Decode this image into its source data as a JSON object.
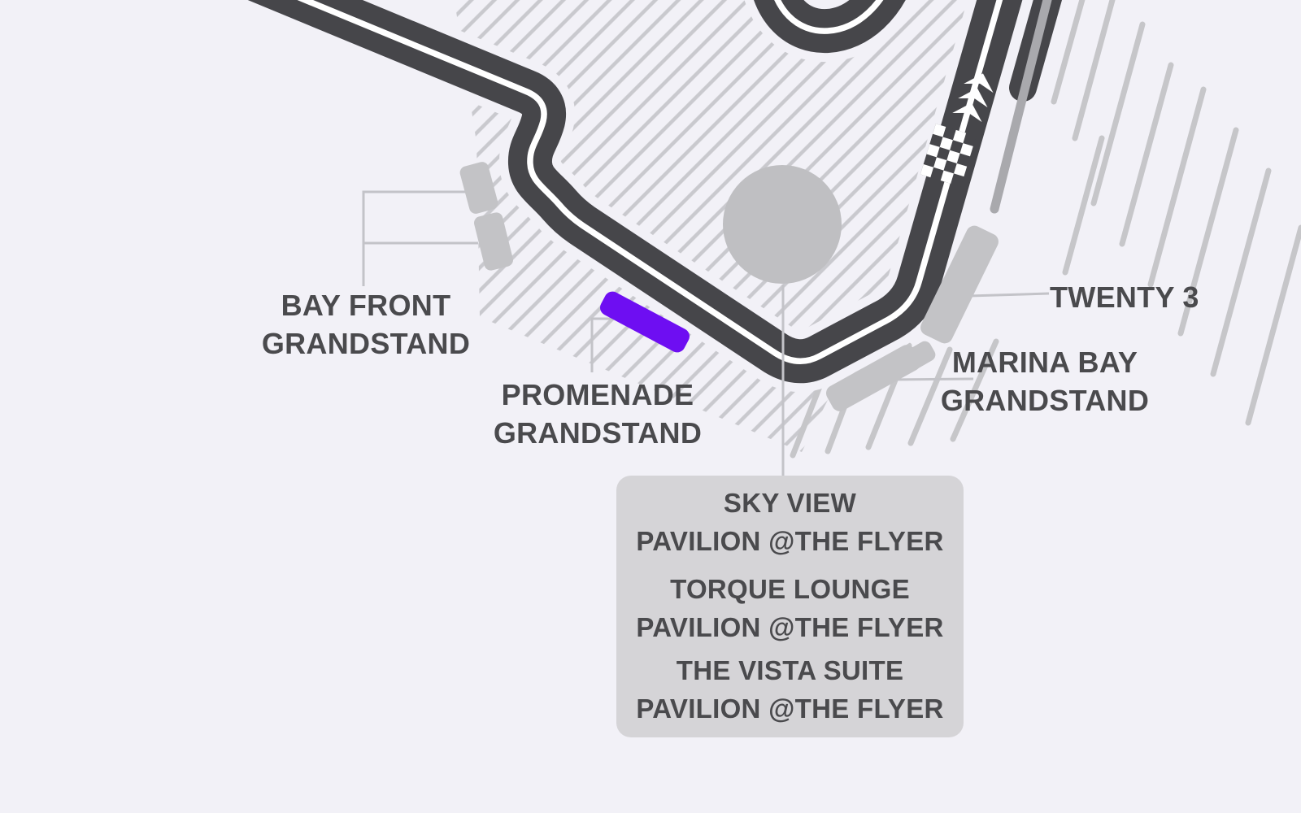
{
  "map": {
    "title": "Marina Bay street circuit seating map (zoomed view)",
    "colors": {
      "background": "#f2f1f7",
      "track": "#46464a",
      "track_centerline": "#ffffff",
      "hatch": "#c9c9ce",
      "streak": "#c6c6c9",
      "pit_lane": "#a9a9ad",
      "landmark_gray": "#bfbfc2",
      "grandstand_gray": "#c3c3c6",
      "selected_grandstand_purple": "#6e0ef2",
      "leader_line": "#c3c3c8",
      "label_text": "#4a4a4d",
      "box_background": "#d5d4d7"
    },
    "labels": {
      "bay_front": {
        "line1": "BAY FRONT",
        "line2": "GRANDSTAND"
      },
      "promenade": {
        "line1": "PROMENADE",
        "line2": "GRANDSTAND"
      },
      "twenty3": {
        "text": "TWENTY 3"
      },
      "marina_bay": {
        "line1": "MARINA BAY",
        "line2": "GRANDSTAND"
      }
    },
    "pavilion_box": {
      "items": [
        {
          "line1": "SKY VIEW",
          "line2": "PAVILION @THE FLYER"
        },
        {
          "line1": "TORQUE LOUNGE",
          "line2": "PAVILION @THE FLYER"
        },
        {
          "line1": "THE VISTA SUITE",
          "line2": "PAVILION @THE FLYER"
        }
      ]
    },
    "icons": {
      "start_finish": "checkered-flag-icon",
      "direction": "chevron-up-arrows-icon",
      "landmark": "singapore-flyer-circle"
    }
  }
}
